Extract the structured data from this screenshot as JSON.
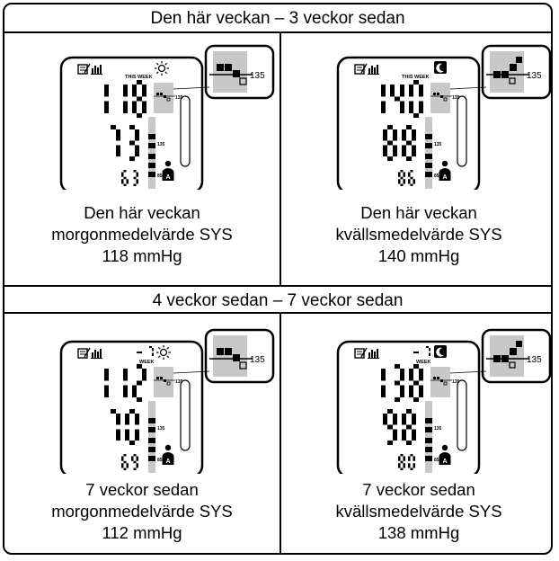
{
  "sections": [
    {
      "title": "Den här veckan – 3 veckor sedan",
      "panels": [
        {
          "mode": "morning",
          "mode_icon": "sun-icon",
          "week_label": "THIS WEEK",
          "week_number": "",
          "systolic": "118",
          "diastolic": "73",
          "pulse": "63",
          "bar_label_top": "135",
          "bar_label_mid": "135",
          "bar_label_low": "85",
          "zoom_label": "135",
          "caption": {
            "line1": "Den här veckan",
            "line2": "morgonmedelvärde SYS",
            "line3": "118 mmHg"
          }
        },
        {
          "mode": "evening",
          "mode_icon": "moon-icon",
          "week_label": "THIS WEEK",
          "week_number": "",
          "systolic": "140",
          "diastolic": "88",
          "pulse": "86",
          "bar_label_top": "135",
          "bar_label_mid": "135",
          "bar_label_low": "85",
          "zoom_label": "135",
          "caption": {
            "line1": "Den här veckan",
            "line2": "kvällsmedelvärde SYS",
            "line3": "140 mmHg"
          }
        }
      ]
    },
    {
      "title": "4 veckor sedan – 7 veckor sedan",
      "panels": [
        {
          "mode": "morning",
          "mode_icon": "sun-icon",
          "week_label": "WEEK",
          "week_number": "-7",
          "systolic": "112",
          "diastolic": "70",
          "pulse": "69",
          "bar_label_top": "135",
          "bar_label_mid": "135",
          "bar_label_low": "85",
          "zoom_label": "135",
          "caption": {
            "line1": "7 veckor sedan",
            "line2": "morgonmedelvärde SYS",
            "line3": "112 mmHg"
          }
        },
        {
          "mode": "evening",
          "mode_icon": "moon-icon",
          "week_label": "WEEK",
          "week_number": "-7",
          "systolic": "138",
          "diastolic": "98",
          "pulse": "80",
          "bar_label_top": "135",
          "bar_label_mid": "135",
          "bar_label_low": "85",
          "zoom_label": "135",
          "caption": {
            "line1": "7 veckor sedan",
            "line2": "kvällsmedelvärde SYS",
            "line3": "138 mmHg"
          }
        }
      ]
    }
  ]
}
